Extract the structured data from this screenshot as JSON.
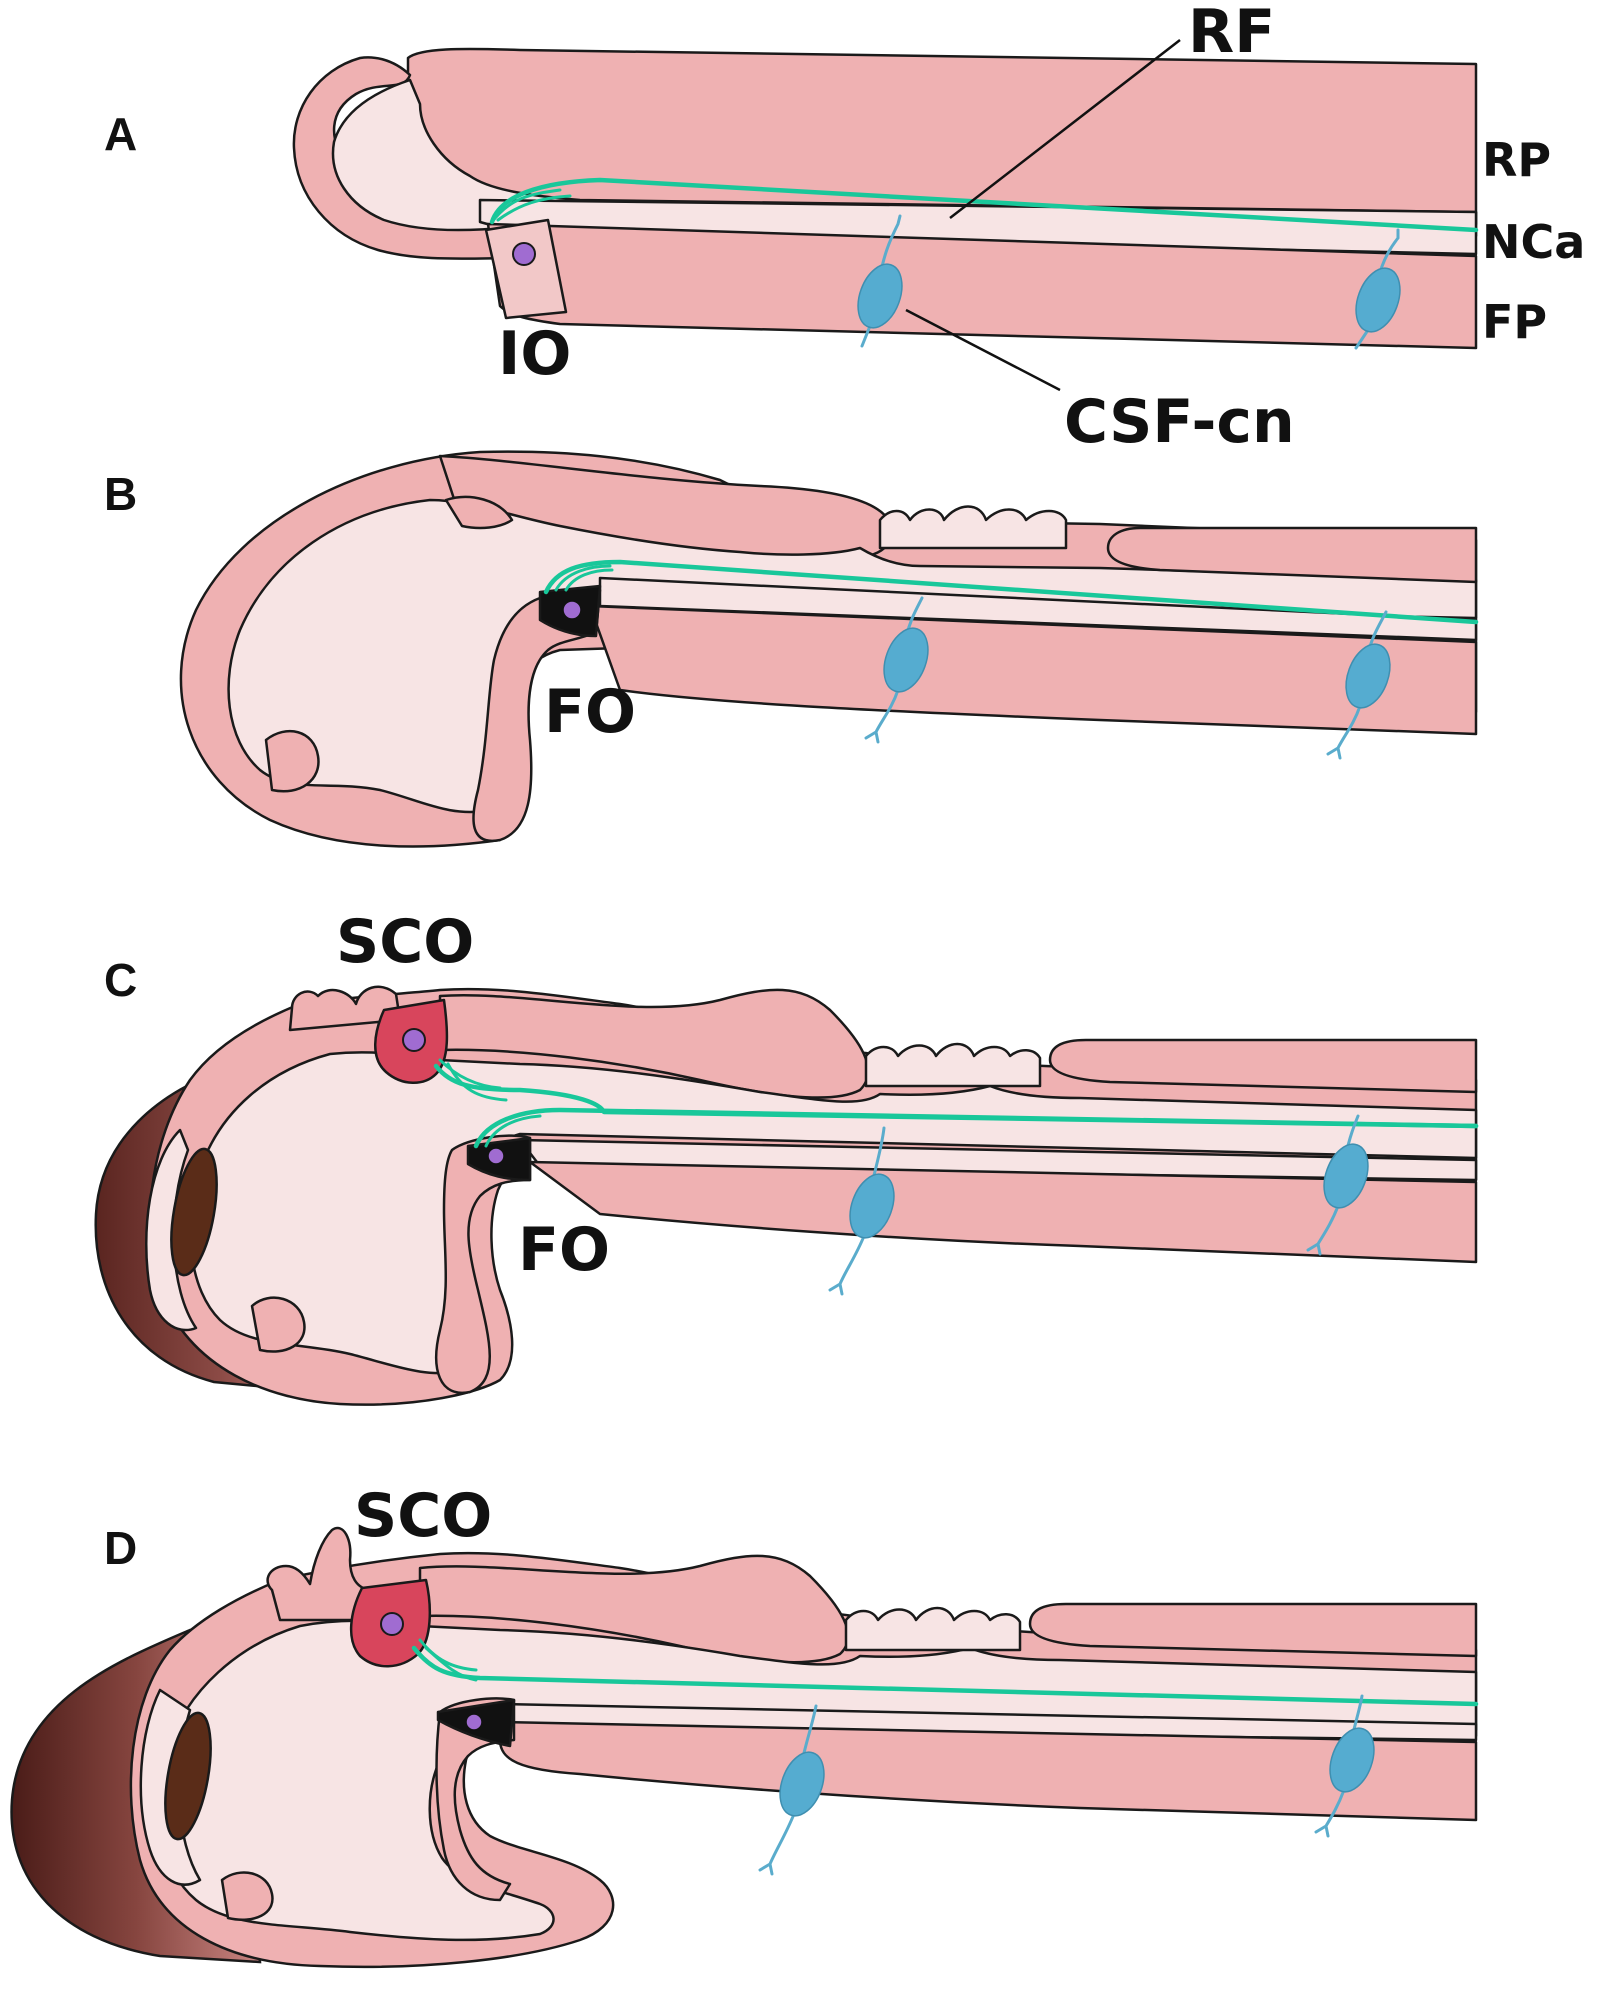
{
  "colors": {
    "tissue": "#efb1b2",
    "lumen": "#f7e4e4",
    "outline": "#1a1a1a",
    "reissner_fiber": "#19c79a",
    "csf_contacting_neuron": "#55acd0",
    "nucleus": "#a06cd1",
    "subcommissural_organ": "#d8455c",
    "flexural_organ": "#111111",
    "eye_cup": "#6a2c26",
    "eye_lens": "#5a2c18"
  },
  "icons": [
    "csf-contacting-neuron-icon",
    "secretory-cell-nucleus-icon",
    "eye-icon"
  ],
  "panels": [
    {
      "id": "A",
      "label": "A",
      "structures": {
        "rf": "RF",
        "rp": "RP",
        "nca": "NCa",
        "fp": "FP",
        "io": "IO",
        "csf_cn": "CSF-cn"
      }
    },
    {
      "id": "B",
      "label": "B",
      "structures": {
        "fo": "FO"
      }
    },
    {
      "id": "C",
      "label": "C",
      "structures": {
        "sco": "SCO",
        "fo": "FO"
      }
    },
    {
      "id": "D",
      "label": "D",
      "structures": {
        "sco": "SCO"
      }
    }
  ]
}
